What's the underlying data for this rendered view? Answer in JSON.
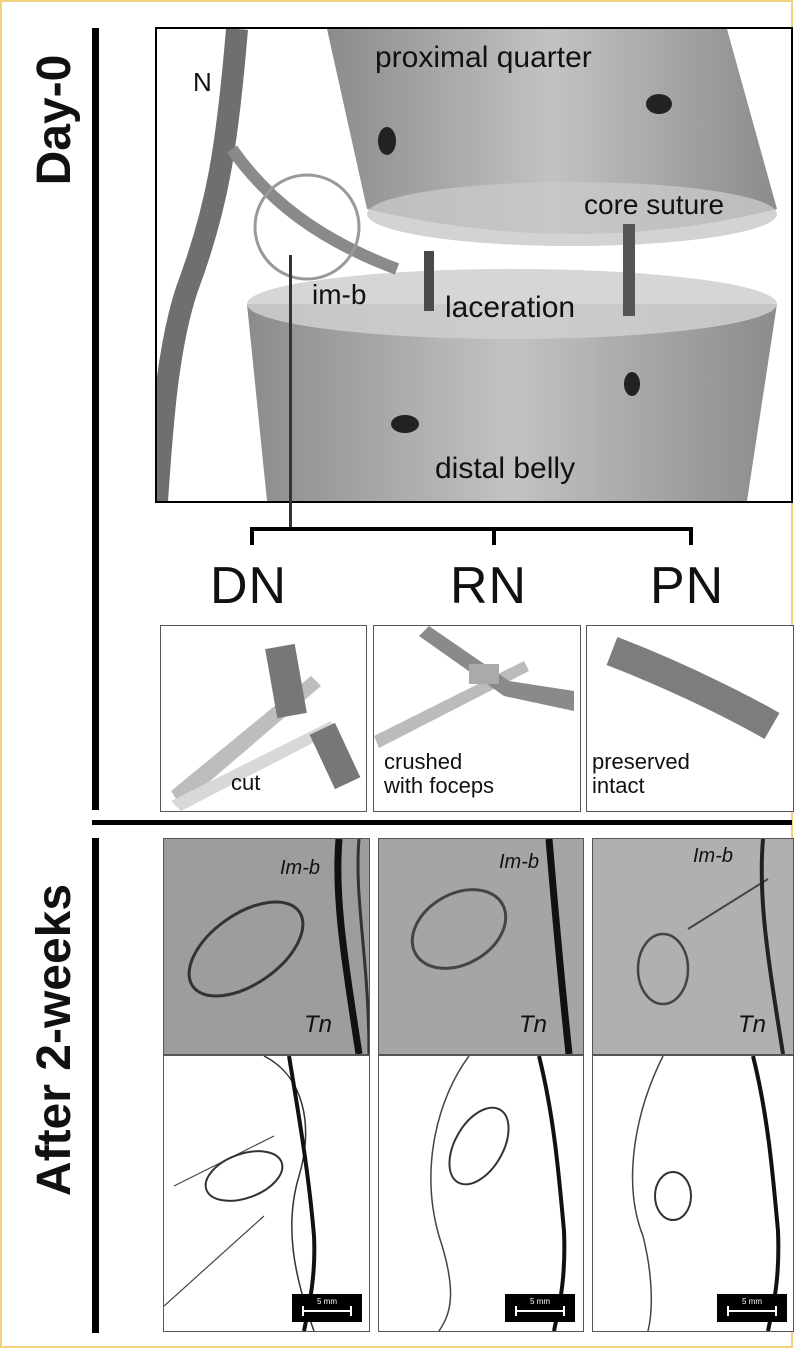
{
  "section_labels": {
    "day0": "Day-0",
    "after": "After 2-weeks"
  },
  "diagram_labels": {
    "nerve": "N",
    "proximal": "proximal quarter",
    "core_suture": "core suture",
    "im_b": "im-b",
    "laceration": "laceration",
    "distal": "distal belly"
  },
  "groups": [
    {
      "code": "DN",
      "caption": "cut",
      "photo_im_b": "Im-b",
      "photo_tn": "Tn",
      "scale": "5 mm"
    },
    {
      "code": "RN",
      "caption": "crushed\nwith foceps",
      "photo_im_b": "Im-b",
      "photo_tn": "Tn",
      "scale": "5 mm"
    },
    {
      "code": "PN",
      "caption": "preserved\nintact",
      "photo_im_b": "Im-b",
      "photo_tn": "Tn",
      "scale": "5 mm"
    }
  ],
  "colors": {
    "frame": "#f2d27a",
    "muscle": "#8a8a8a",
    "photo_bg": "#9a9a9a"
  }
}
